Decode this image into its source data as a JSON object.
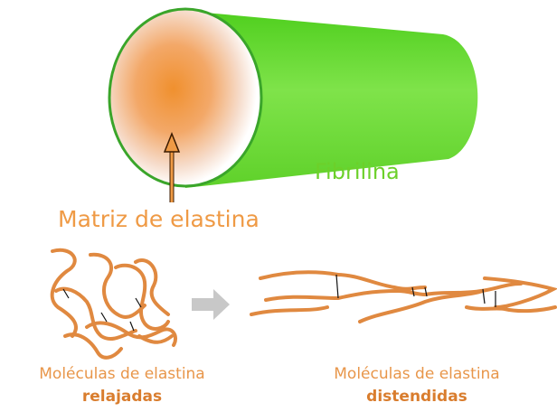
{
  "labels": {
    "fibrilina": "Fibrilina",
    "matriz": "Matriz de elastina"
  },
  "captions": {
    "relaxed_line1": "Moléculas de elastina",
    "relaxed_line2": "relajadas",
    "stretched_line1": "Moléculas de elastina",
    "stretched_line2": "distendidas"
  },
  "colors": {
    "fibrillin_green": "#6cd02a",
    "elastin_orange": "#ef9a45",
    "arrow_gray": "#c8c8c8"
  },
  "icons": {
    "transition_arrow": "right-arrow-icon",
    "pointer_arrow": "up-arrow-icon"
  }
}
